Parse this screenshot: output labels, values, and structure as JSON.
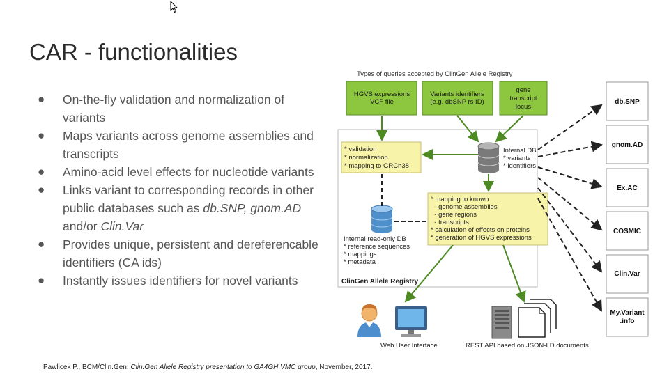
{
  "slide": {
    "title": "CAR - functionalities",
    "bullets": [
      {
        "parts": [
          {
            "text": "On-the-fly validation and normalization of variants"
          }
        ]
      },
      {
        "parts": [
          {
            "text": "Maps variants across genome assemblies and transcripts"
          }
        ]
      },
      {
        "parts": [
          {
            "text": "Amino-acid level effects for nucleotide variants"
          }
        ]
      },
      {
        "parts": [
          {
            "text": "Links variant to corresponding records in other public databases such as "
          },
          {
            "text": "db.SNP,",
            "italic": true
          },
          {
            "text": " "
          },
          {
            "text": "gnom.AD",
            "italic": true
          },
          {
            "text": " and/or "
          },
          {
            "text": "Clin.Var",
            "italic": true
          }
        ]
      },
      {
        "parts": [
          {
            "text": "Provides unique, persistent and dereferencable identifiers (CA ids)"
          }
        ]
      },
      {
        "parts": [
          {
            "text": "Instantly issues identifiers for novel variants"
          }
        ]
      }
    ],
    "citation": {
      "prefix": "Pawlicek P., BCM/Clin.Gen: ",
      "italic": "Clin.Gen Allele Registry presentation to GA4GH VMC group",
      "suffix": ", November, 2017."
    }
  },
  "diagram": {
    "queries_header": "Types of queries accepted by ClinGen Allele Registry",
    "query_boxes": [
      [
        "HGVS expressions",
        "VCF file"
      ],
      [
        "Variants identifiers",
        "(e.g. dbSNP rs ID)"
      ],
      [
        "gene",
        "transcript",
        "locus"
      ]
    ],
    "validation_notes": [
      "* validation",
      "* normalization",
      "* mapping to GRCh38"
    ],
    "internal_db": [
      "Internal DB",
      "* variants",
      "* identifiers"
    ],
    "mapping_notes": [
      "* mapping to known",
      "  - genome assemblies",
      "  - gene regions",
      "  - transcripts",
      "* calculation of effects on proteins",
      "* generation of HGVS expressions"
    ],
    "readonly_db": [
      "Internal read-only DB",
      "* reference sequences",
      "* mappings",
      "* metadata"
    ],
    "registry_label": "ClinGen Allele Registry",
    "external_dbs": [
      "db.SNP",
      "gnom.AD",
      "Ex.AC",
      "COSMIC",
      "Clin.Var",
      "My.Variant",
      ".info"
    ],
    "web_ui_label": "Web User Interface",
    "rest_api_label": "REST API based on JSON-LD documents",
    "colors": {
      "query_green": "#8dc63f",
      "note_yellow": "#f7f3a8",
      "arrow_green": "#5aa02c",
      "db_blue": "#5b9bd5"
    }
  }
}
